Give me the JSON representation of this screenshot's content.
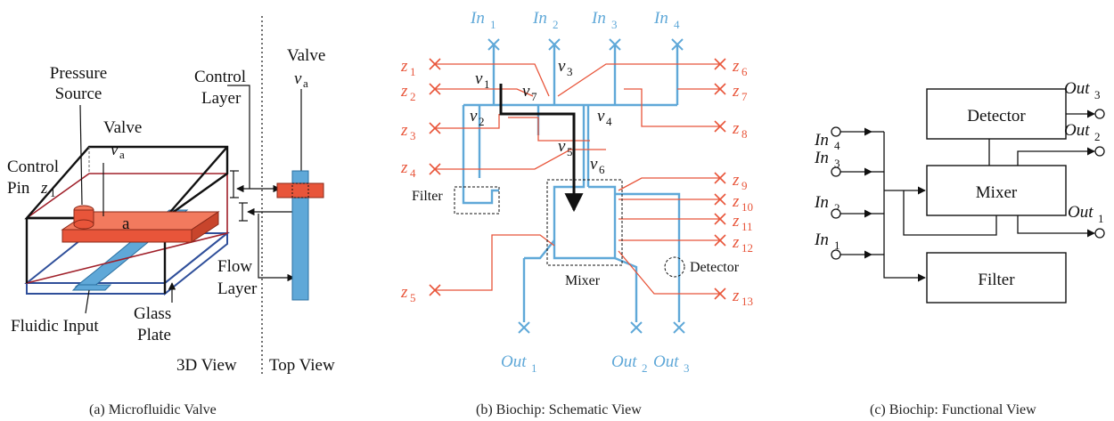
{
  "colors": {
    "flow": "#5fa8d8",
    "control": "#e8553a",
    "valve_fill": "#f27a5e",
    "black": "#111111"
  },
  "panel_a": {
    "pressure_line1": "Pressure",
    "pressure_line2": "Source",
    "control_layer_line1": "Control",
    "control_layer_line2": "Layer",
    "valve_top": "Valve",
    "valve_top_var": "v",
    "valve_top_sub": "a",
    "valve_mid": "Valve",
    "valve_mid_var": "v",
    "valve_mid_sub": "a",
    "control_pin_line1": "Control",
    "control_pin_line2": "Pin",
    "control_pin_var": "z",
    "control_pin_sub": "1",
    "block_label": "a",
    "flow_layer_line1": "Flow",
    "flow_layer_line2": "Layer",
    "fluidic_input": "Fluidic Input",
    "glass_line1": "Glass",
    "glass_line2": "Plate",
    "view_3d": "3D View",
    "view_top": "Top View",
    "caption": "(a)  Microfluidic Valve"
  },
  "panel_b": {
    "inputs": [
      {
        "var": "In",
        "sub": "1"
      },
      {
        "var": "In",
        "sub": "2"
      },
      {
        "var": "In",
        "sub": "3"
      },
      {
        "var": "In",
        "sub": "4"
      }
    ],
    "outputs": [
      {
        "var": "Out",
        "sub": "1"
      },
      {
        "var": "Out",
        "sub": "2"
      },
      {
        "var": "Out",
        "sub": "3"
      }
    ],
    "control_pins_left": [
      {
        "var": "z",
        "sub": "1"
      },
      {
        "var": "z",
        "sub": "2"
      },
      {
        "var": "z",
        "sub": "3"
      },
      {
        "var": "z",
        "sub": "4"
      },
      {
        "var": "z",
        "sub": "5"
      }
    ],
    "control_pins_right": [
      {
        "var": "z",
        "sub": "6"
      },
      {
        "var": "z",
        "sub": "7"
      },
      {
        "var": "z",
        "sub": "8"
      },
      {
        "var": "z",
        "sub": "9"
      },
      {
        "var": "z",
        "sub": "10"
      },
      {
        "var": "z",
        "sub": "11"
      },
      {
        "var": "z",
        "sub": "12"
      },
      {
        "var": "z",
        "sub": "13"
      }
    ],
    "valves": [
      {
        "var": "v",
        "sub": "1"
      },
      {
        "var": "v",
        "sub": "2"
      },
      {
        "var": "v",
        "sub": "3"
      },
      {
        "var": "v",
        "sub": "4"
      },
      {
        "var": "v",
        "sub": "5"
      },
      {
        "var": "v",
        "sub": "6"
      },
      {
        "var": "v",
        "sub": "7"
      }
    ],
    "filter": "Filter",
    "mixer": "Mixer",
    "detector": "Detector",
    "caption": "(b)  Biochip: Schematic View"
  },
  "panel_c": {
    "inputs": [
      {
        "var": "In",
        "sub": "4"
      },
      {
        "var": "In",
        "sub": "3"
      },
      {
        "var": "In",
        "sub": "2"
      },
      {
        "var": "In",
        "sub": "1"
      }
    ],
    "outputs": [
      {
        "var": "Out",
        "sub": "3"
      },
      {
        "var": "Out",
        "sub": "2"
      },
      {
        "var": "Out",
        "sub": "1"
      }
    ],
    "detector": "Detector",
    "mixer": "Mixer",
    "filter": "Filter",
    "caption": "(c)  Biochip: Functional View"
  }
}
